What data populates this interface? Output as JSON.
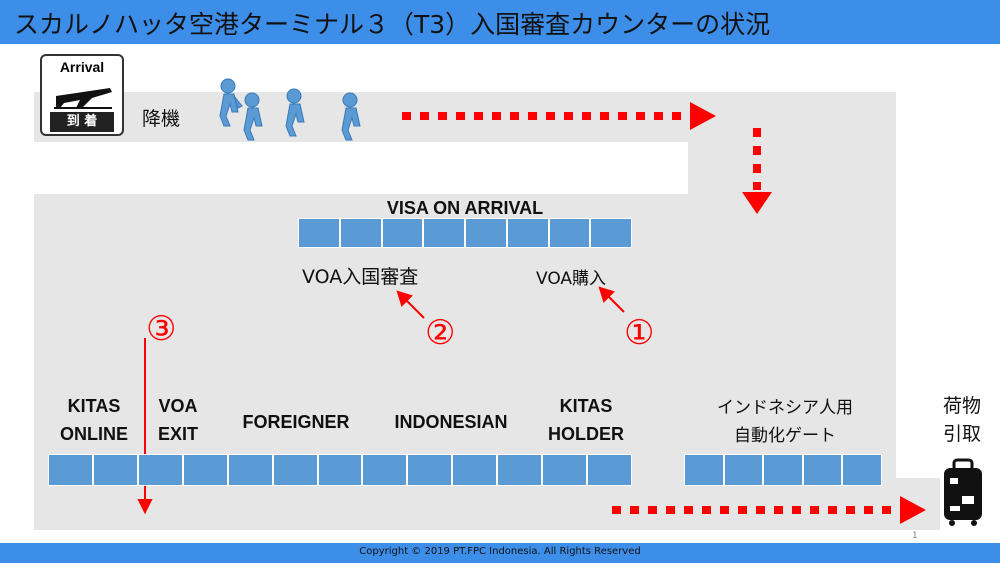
{
  "title": "スカルノハッタ空港ターミナル３（T3）入国審査カウンターの状況",
  "footer": "Copyright © 2019 PT.FPC Indonesia. All Rights Reserved",
  "page_number": "1",
  "arrival_sign": {
    "text": "Arrival",
    "kanji": "到 着"
  },
  "disembark_label": "降機",
  "visa_on_arrival": {
    "title": "VISA ON ARRIVAL",
    "counter_count": 8
  },
  "voa_immigration_label": "VOA入国審査",
  "voa_purchase_label": "VOA購入",
  "steps": {
    "one": "①",
    "two": "②",
    "three": "③"
  },
  "counters": {
    "kitas_online": [
      "KITAS",
      "ONLINE"
    ],
    "voa_exit": [
      "VOA",
      "EXIT"
    ],
    "foreigner": "FOREIGNER",
    "indonesian": "INDONESIAN",
    "kitas_holder": [
      "KITAS",
      "HOLDER"
    ],
    "main_counter_count": 13,
    "auto_gate_label": [
      "インドネシア人用",
      "自動化ゲート"
    ],
    "auto_gate_count": 5
  },
  "baggage_label": [
    "荷物",
    "引取"
  ],
  "colors": {
    "header": "#3d8ee8",
    "counter": "#5b9bd5",
    "arrow": "#ff0000",
    "person": "#5b9bd5",
    "floor": "#e6e6e6"
  }
}
